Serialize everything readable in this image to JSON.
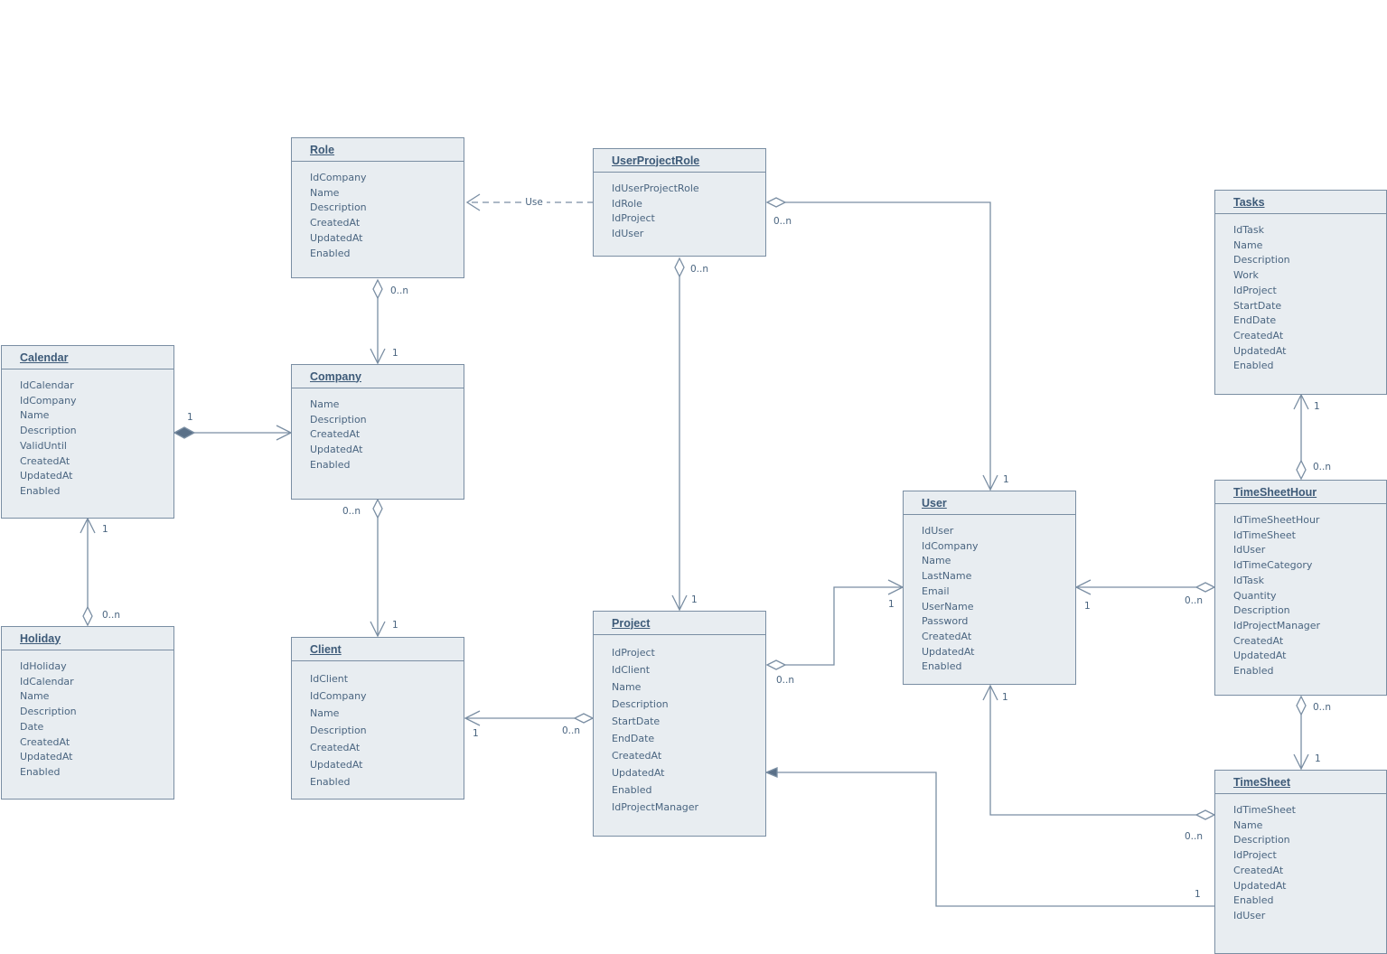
{
  "entities": {
    "role": {
      "name": "Role",
      "attributes": [
        "IdCompany",
        "Name",
        "Description",
        "CreatedAt",
        "UpdatedAt",
        "Enabled"
      ]
    },
    "userprojectrole": {
      "name": "UserProjectRole",
      "attributes": [
        "IdUserProjectRole",
        "IdRole",
        "IdProject",
        "IdUser"
      ]
    },
    "calendar": {
      "name": "Calendar",
      "attributes": [
        "IdCalendar",
        "IdCompany",
        "Name",
        "Description",
        "ValidUntil",
        "CreatedAt",
        "UpdatedAt",
        "Enabled"
      ]
    },
    "company": {
      "name": "Company",
      "attributes": [
        "Name",
        "Description",
        "CreatedAt",
        "UpdatedAt",
        "Enabled"
      ]
    },
    "holiday": {
      "name": "Holiday",
      "attributes": [
        "IdHoliday",
        "IdCalendar",
        "Name",
        "Description",
        "Date",
        "CreatedAt",
        "UpdatedAt",
        "Enabled"
      ]
    },
    "client": {
      "name": "Client",
      "attributes": [
        "IdClient",
        "IdCompany",
        "Name",
        "Description",
        "CreatedAt",
        "UpdatedAt",
        "Enabled"
      ]
    },
    "project": {
      "name": "Project",
      "attributes": [
        "IdProject",
        "IdClient",
        "Name",
        "Description",
        "StartDate",
        "EndDate",
        "CreatedAt",
        "UpdatedAt",
        "Enabled",
        "IdProjectManager"
      ]
    },
    "user": {
      "name": "User",
      "attributes": [
        "IdUser",
        "IdCompany",
        "Name",
        "LastName",
        "Email",
        "UserName",
        "Password",
        "CreatedAt",
        "UpdatedAt",
        "Enabled"
      ]
    },
    "tasks": {
      "name": "Tasks",
      "attributes": [
        "IdTask",
        "Name",
        "Description",
        "Work",
        "IdProject",
        "StartDate",
        "EndDate",
        "CreatedAt",
        "UpdatedAt",
        "Enabled"
      ]
    },
    "timesheethour": {
      "name": "TimeSheetHour",
      "attributes": [
        "IdTimeSheetHour",
        "IdTimeSheet",
        "IdUser",
        "IdTimeCategory",
        "IdTask",
        "Quantity",
        "Description",
        "IdProjectManager",
        "CreatedAt",
        "UpdatedAt",
        "Enabled"
      ]
    },
    "timesheet": {
      "name": "TimeSheet",
      "attributes": [
        "IdTimeSheet",
        "Name",
        "Description",
        "IdProject",
        "CreatedAt",
        "UpdatedAt",
        "Enabled",
        "IdUser"
      ]
    }
  },
  "relations": {
    "use_label": "Use",
    "upr_user": {
      "from": "0..n",
      "to": "1"
    },
    "upr_project": {
      "from": "0..n",
      "to": "1"
    },
    "role_company": {
      "from": "0..n",
      "to": "1"
    },
    "calendar_company": {
      "from": "1"
    },
    "company_client": {
      "from": "0..n",
      "to": "1"
    },
    "holiday_calendar": {
      "from": "0..n",
      "to": "1"
    },
    "project_client": {
      "from": "0..n",
      "to": "1"
    },
    "project_user": {
      "from": "0..n",
      "to": "1"
    },
    "tsh_user": {
      "from": "0..n",
      "to": "1"
    },
    "tsh_tasks": {
      "from": "0..n",
      "to": "1"
    },
    "tsh_timesheet": {
      "from": "0..n",
      "to": "1"
    },
    "timesheet_user": {
      "from": "0..n",
      "to": "1"
    },
    "timesheet_project": {
      "from": "1"
    }
  },
  "colors": {
    "fill": "#e8edf1",
    "stroke": "#7a8ea3",
    "text": "#4a6580",
    "title": "#3d5a78"
  }
}
